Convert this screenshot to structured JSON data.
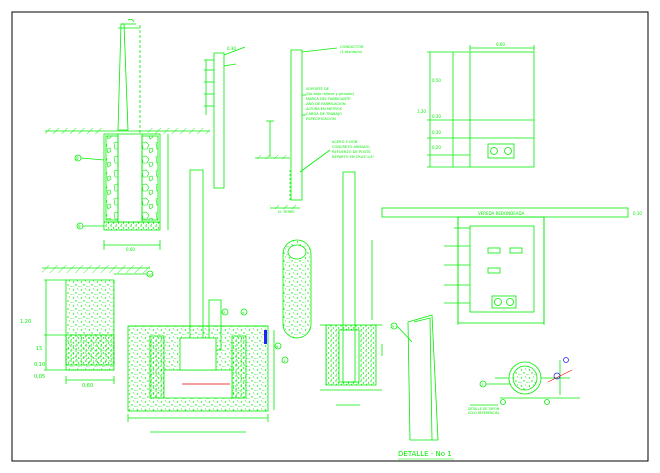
{
  "colors": {
    "background": "#ffffff",
    "frame": "#000000",
    "line": "#00ee00",
    "dim": "#0000ee",
    "accent_red": "#ee0000",
    "accent_blue": "#2222ff"
  },
  "title": "DETALLE - No 1",
  "labels": {
    "pole_top_1": "0,30",
    "pole_a": "CONDUCTOR",
    "pole_a2": "(1 Alamb/m)",
    "pole_b": "SOPORTE DE",
    "pole_b2": "(De bajo relieve y pintado)",
    "pole_b3": "MARCA DEL FABRICANTE",
    "pole_b4": "AÑO DE FABRICACION",
    "pole_b5": "ALTURA EN METROS",
    "pole_b6": "CARGA DE TRABAJO",
    "pole_b7": "ESPECIFICACION",
    "pole_c": "ACERO 5 DOB.",
    "pole_c2": "CONCRETO ARMADO",
    "pole_c3": "REFUERZO DE POSTE",
    "pole_c4": "REPARTO EN CRUZ 1/4\"",
    "ground": "N. TERRE",
    "cab_w": "0,60",
    "cab_h1": "0,50",
    "cab_h2": "0,10",
    "cab_h3": "1,20",
    "cab_h4": "0,10",
    "cab_h5": "0,20",
    "vereda": "VEREDA REDONDEADA",
    "vereda_dim": "0,10",
    "foot_w": "0,60",
    "dim_120": "1,20",
    "dim_15": "15",
    "dim_010": "0,10",
    "dim_005": "0,05",
    "dim_060": "0,60",
    "marker_8": "8",
    "marker_9": "9",
    "marker_6": "6",
    "marker_10": "10",
    "marker_4": "4",
    "marker_5": "5",
    "marker_1": "1",
    "marker_7": "7",
    "marker_3": "3",
    "detail_ref": "DETALLE DE TAPON",
    "detail_ref2": "SOLO REFERENCIAL"
  }
}
